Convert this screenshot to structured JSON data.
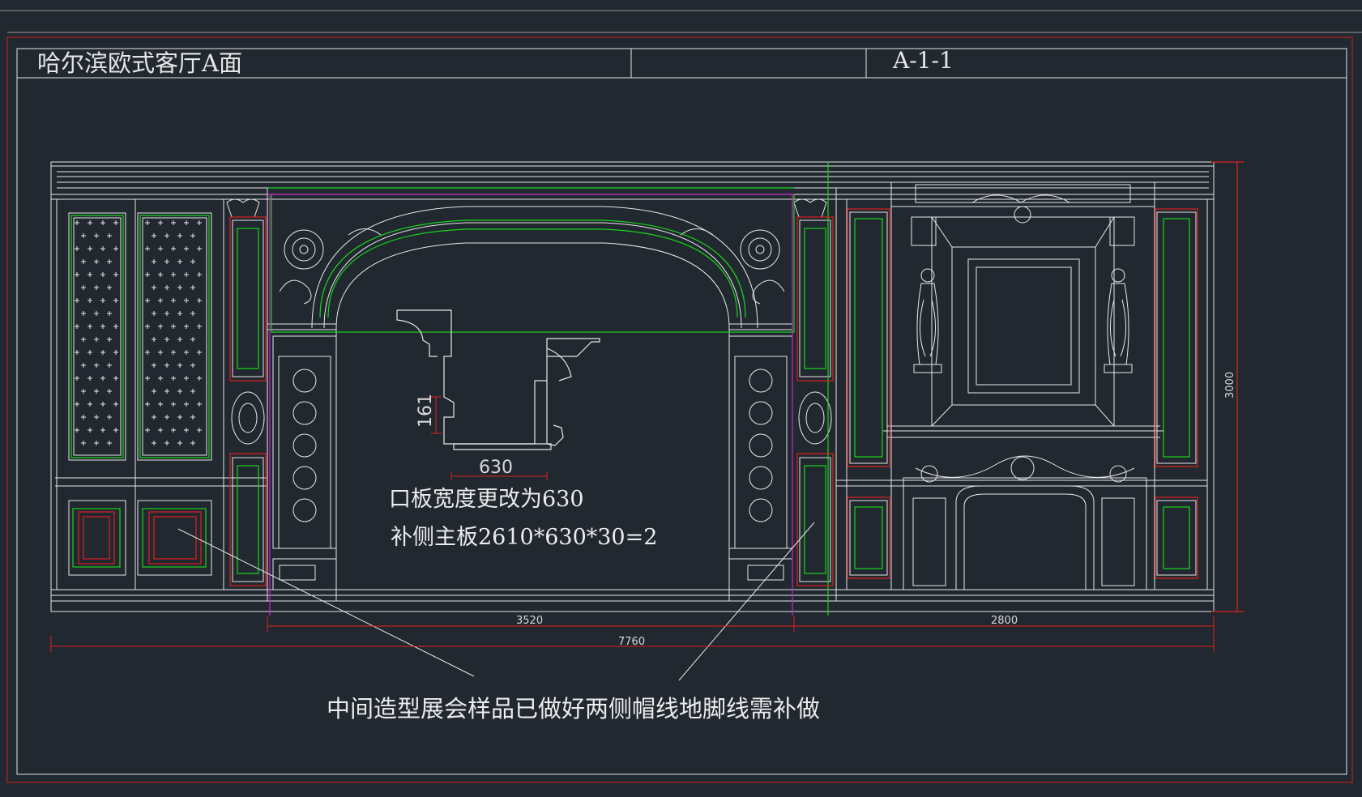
{
  "title_block": {
    "drawing_name": "哈尔滨欧式客厅A面",
    "sheet_number": "A-1-1"
  },
  "dimensions": {
    "overall_width": "7760",
    "middle_section_width": "3520",
    "right_section_width": "2800",
    "height": "3000",
    "profile_height": "161",
    "profile_width": "630"
  },
  "notes": {
    "board_change": "口板宽度更改为630",
    "side_board": "补侧主板2610*630*30=2",
    "main_note": "中间造型展会样品已做好两侧帽线地脚线需补做"
  },
  "colors": {
    "background": "#212830",
    "line_white": "#e8e8e8",
    "line_green": "#19d419",
    "line_red": "#e02020",
    "line_magenta": "#d020d0"
  }
}
